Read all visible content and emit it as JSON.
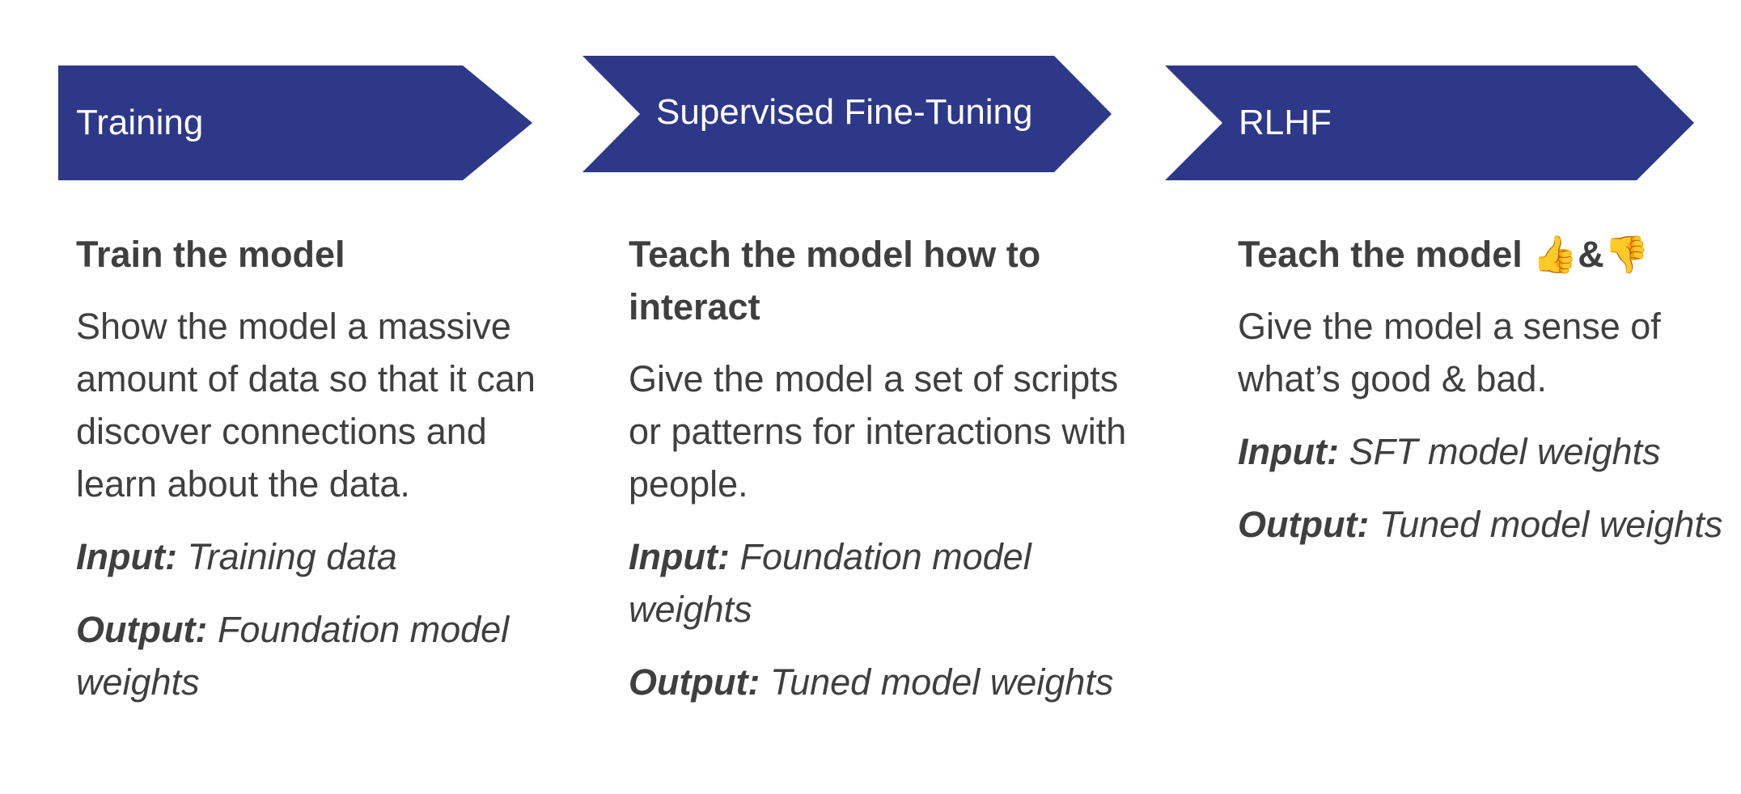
{
  "stages": [
    {
      "label": "Training",
      "heading": "Train the model",
      "description": "Show the model a massive amount of data so that it can discover connections and learn about the data.",
      "input_label": "Input:",
      "input_value": "Training data",
      "output_label": "Output:",
      "output_value": "Foundation model weights"
    },
    {
      "label": "Supervised Fine-Tuning",
      "heading": "Teach the model how to interact",
      "description": "Give the model a set of scripts or patterns for interactions with people.",
      "input_label": "Input:",
      "input_value": "Foundation model weights",
      "output_label": "Output:",
      "output_value": "Tuned model weights"
    },
    {
      "label": "RLHF",
      "heading": "Teach the model",
      "heading_icons": [
        "thumbs-up",
        "&",
        "thumbs-down"
      ],
      "heading_amp": "&",
      "description": "Give the model a sense of what’s good & bad.",
      "input_label": "Input:",
      "input_value": "SFT model weights",
      "output_label": "Output:",
      "output_value": "Tuned model weights"
    }
  ],
  "colors": {
    "arrow_fill": "#2d3889",
    "arrow_text": "#ffffff",
    "body_text": "#3f3f3f"
  }
}
